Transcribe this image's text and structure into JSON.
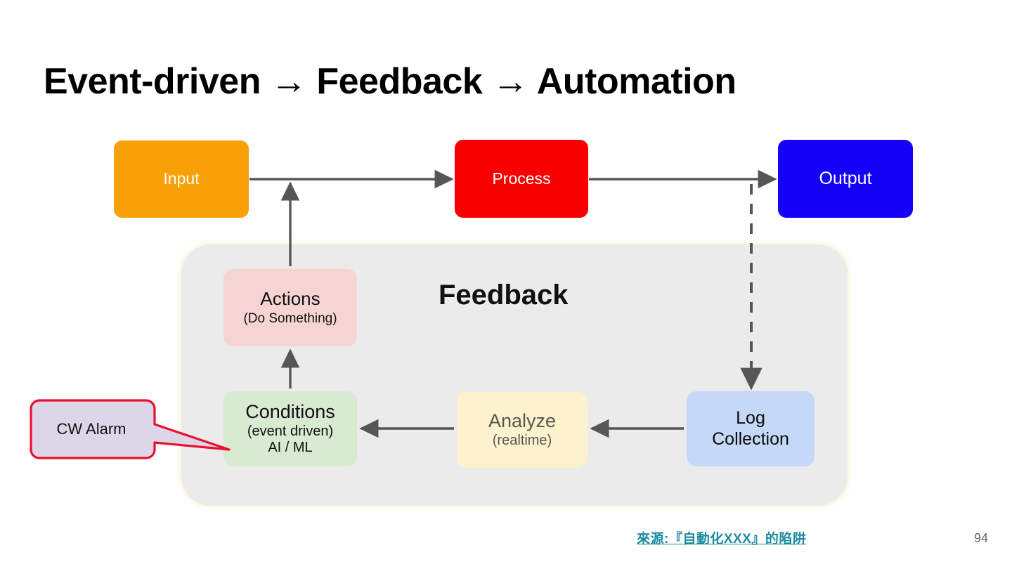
{
  "slide": {
    "title": "Event-driven → Feedback → Automation",
    "page_number": "94",
    "background_color": "#ffffff"
  },
  "pipeline": {
    "input": {
      "label": "Input",
      "color": "#f8a005"
    },
    "process": {
      "label": "Process",
      "color": "#f80000"
    },
    "output": {
      "label": "Output",
      "color": "#1500f8"
    }
  },
  "feedback": {
    "label": "Feedback",
    "panel_color": "#ebebeb",
    "nodes": {
      "actions": {
        "title": "Actions",
        "subtitle": "(Do Something)",
        "color": "#f7d4d4"
      },
      "conditions": {
        "title": "Conditions",
        "subtitle": "(event driven)",
        "subtitle2": "AI / ML",
        "color": "#d9ead3"
      },
      "analyze": {
        "title": "Analyze",
        "subtitle": "(realtime)",
        "color": "#fdf2cd"
      },
      "log_collection": {
        "line1": "Log",
        "line2": "Collection",
        "color": "#c5d8f7"
      }
    }
  },
  "callout": {
    "label": "CW Alarm",
    "border_color": "#e8112d",
    "fill_color": "#dcd6e8"
  },
  "footer": {
    "source_link": "來源:『自動化XXX』的陷阱",
    "source_color": "#1a8ba0"
  },
  "icons": {
    "arrow_solid": "arrow-right-icon",
    "arrow_dashed": "arrow-dashed-down-icon"
  }
}
